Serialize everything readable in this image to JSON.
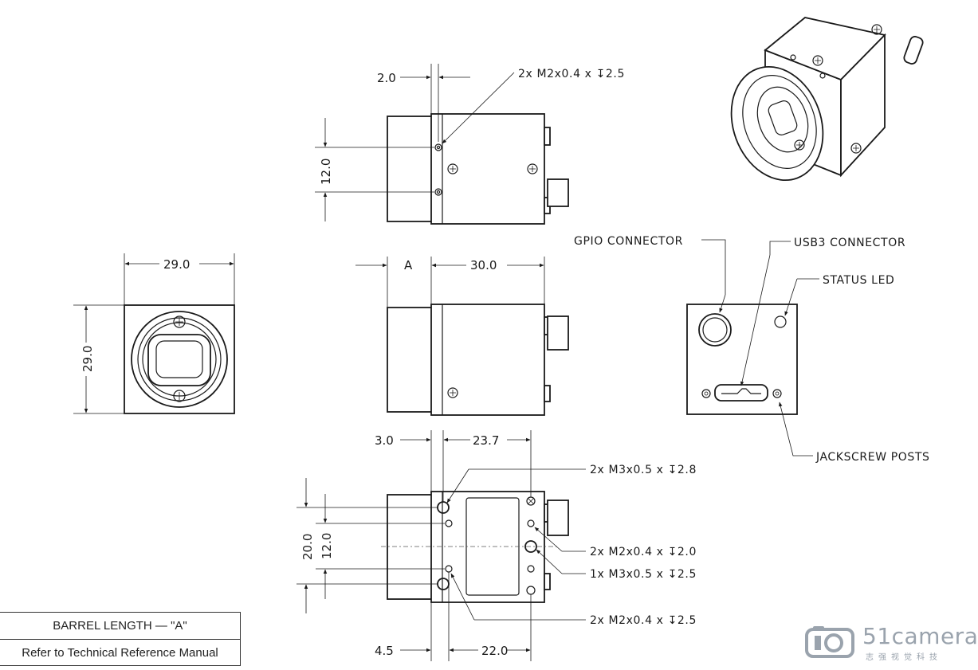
{
  "dimensions": {
    "top_offset": "2.0",
    "top_hole_pitch": "12.0",
    "front_width": "29.0",
    "front_height": "29.0",
    "barrel_length": "A",
    "body_length": "30.0",
    "bottom_offset_left": "3.0",
    "bottom_span": "23.7",
    "bottom_height_outer": "20.0",
    "bottom_height_inner": "12.0",
    "bottom_offset_lower": "4.5",
    "bottom_span_lower": "22.0"
  },
  "hole_notes": {
    "top_m2": "2x  M2x0.4  x  ↧2.5",
    "bottom_m3_top": "2x  M3x0.5  x  ↧2.8",
    "bottom_m2_mid": "2x  M2x0.4  x  ↧2.0",
    "bottom_m3_single": "1x  M3x0.5  x  ↧2.5",
    "bottom_m2_low": "2x  M2x0.4  x  ↧2.5"
  },
  "connectors": {
    "gpio": "GPIO  CONNECTOR",
    "usb3": "USB3  CONNECTOR",
    "status_led": "STATUS  LED",
    "jackscrew": "JACKSCREW  POSTS"
  },
  "table": {
    "barrel_label": "BARREL  LENGTH  —  \"A\"",
    "reference_note": "Refer to Technical Reference Manual"
  },
  "logo": {
    "brand": "51camera",
    "subtitle": "志强视觉科技"
  },
  "colors": {
    "line": "#1a1a1a",
    "logo": "#9aa3ad"
  }
}
